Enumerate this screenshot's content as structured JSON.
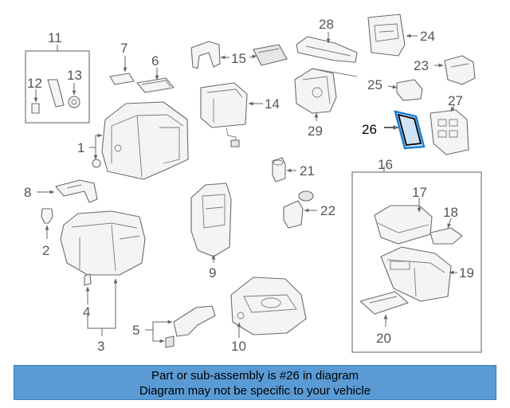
{
  "callouts": {
    "c1": "1",
    "c2": "2",
    "c3": "3",
    "c4": "4",
    "c5": "5",
    "c6": "6",
    "c7": "7",
    "c8": "8",
    "c9": "9",
    "c10": "10",
    "c11": "11",
    "c12": "12",
    "c13": "13",
    "c14": "14",
    "c15": "15",
    "c16": "16",
    "c17": "17",
    "c18": "18",
    "c19": "19",
    "c20": "20",
    "c21": "21",
    "c22": "22",
    "c23": "23",
    "c24": "24",
    "c25": "25",
    "c26": "26",
    "c27": "27",
    "c28": "28",
    "c29": "29"
  },
  "highlight": {
    "part_number": "26",
    "color": "#1a7fd4"
  },
  "banner": {
    "line1": "Part or sub-assembly is #26 in diagram",
    "line2": "Diagram may not be specific to your vehicle",
    "background": "#5a9bd5"
  }
}
